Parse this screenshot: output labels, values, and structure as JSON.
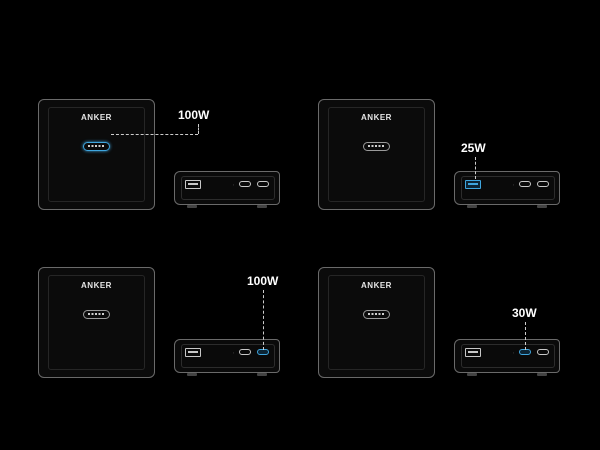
{
  "brand": "ANKER",
  "scenes": [
    {
      "id": "tl",
      "label": "100W",
      "active_port": "front-c"
    },
    {
      "id": "tr",
      "label": "25W",
      "active_port": "side-a"
    },
    {
      "id": "bl",
      "label": "100W",
      "active_port": "side-c2"
    },
    {
      "id": "br",
      "label": "30W",
      "active_port": "side-c1"
    }
  ],
  "colors": {
    "background": "#000000",
    "highlight": "#3fa6df",
    "outline": "#6a6a6a",
    "label": "#ffffff"
  }
}
